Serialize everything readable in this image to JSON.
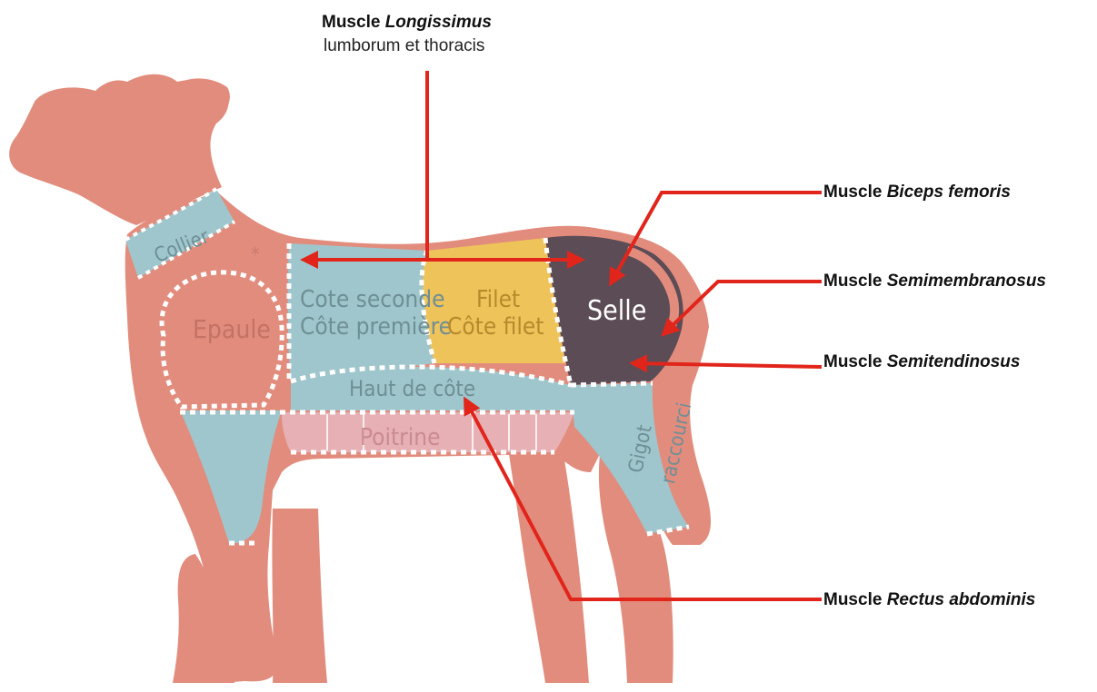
{
  "top_label": {
    "prefix": "Muscle",
    "italic": "Longissimus",
    "line2": "lumborum et thoracis"
  },
  "regions": {
    "collier": "Collier",
    "epaule": "Epaule",
    "cote_seconde": "Cote seconde",
    "cote_premiere": "Côte première",
    "filet": "Filet",
    "cote_filet": "Côte filet",
    "selle": "Selle",
    "haut_de_cote": "Haut de côte",
    "poitrine": "Poitrine",
    "gigot_1": "Gigot",
    "gigot_2": "raccourci",
    "asterisk": "*"
  },
  "muscles": [
    {
      "prefix": "Muscle",
      "italic": "Biceps femoris"
    },
    {
      "prefix": "Muscle",
      "italic": "Semimembranosus"
    },
    {
      "prefix": "Muscle",
      "italic": "Semitendinosus"
    },
    {
      "prefix": "Muscle",
      "italic": "Rectus abdominis"
    }
  ],
  "colors": {
    "body": "#e28c7d",
    "blue": "#9fc6cc",
    "yellow": "#eec35a",
    "selle": "#5c4c56",
    "poitrine": "#e7b0b4",
    "arrow": "#e1251b"
  }
}
